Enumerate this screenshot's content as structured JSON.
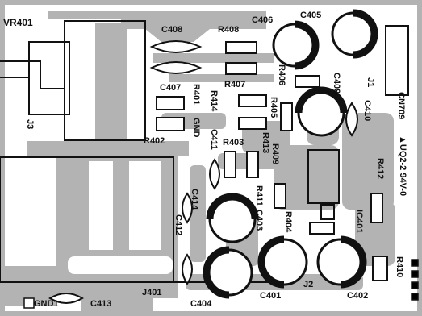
{
  "colors": {
    "background": "#ffffff",
    "trace": "#b3b3b3",
    "trace_dark": "#9a9a9a",
    "silkscreen": "#111111"
  },
  "labels": {
    "vr401": "VR401",
    "c408": "C408",
    "r408": "R408",
    "c406": "C406",
    "c405": "C405",
    "j1": "J1",
    "cn709": "CN709",
    "c407": "C407",
    "r401": "R401",
    "r414": "R414",
    "r407": "R407",
    "r406": "R406",
    "r405": "R405",
    "c409": "C409",
    "c410": "C410",
    "gnd": "GND",
    "r402": "R402",
    "c411": "C411",
    "r403": "R403",
    "r413": "R413",
    "r409": "R409",
    "board_id": "▲UQ2-2 94V-0",
    "j3": "J3",
    "r412": "R412",
    "c414": "C414",
    "r411": "R411",
    "c403": "C403",
    "c412": "C412",
    "r404": "R404",
    "ic401": "IC401",
    "r410": "R410",
    "j401": "J401",
    "gnd1": "GND1",
    "c413": "C413",
    "c404": "C404",
    "c401": "C401",
    "j2": "J2",
    "c402": "C402"
  }
}
